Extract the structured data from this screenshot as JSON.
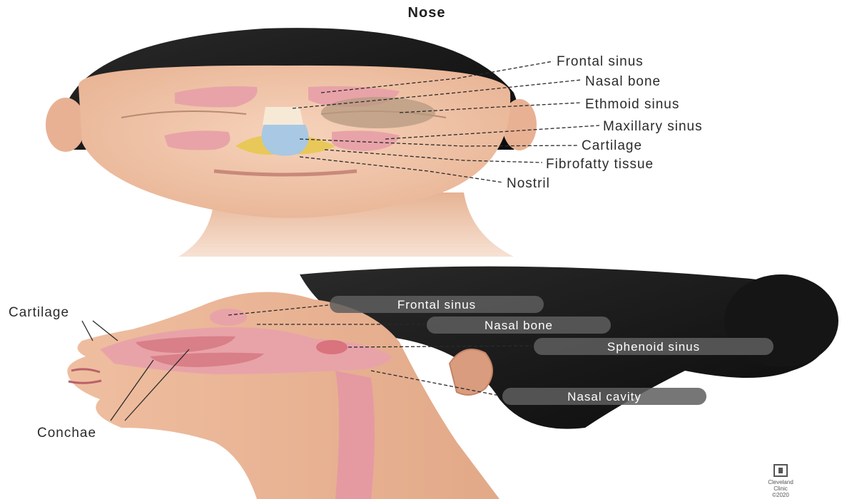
{
  "title": "Nose",
  "front_view": {
    "labels": [
      {
        "id": "frontal-sinus",
        "text": "Frontal sinus"
      },
      {
        "id": "nasal-bone",
        "text": "Nasal bone"
      },
      {
        "id": "ethmoid-sinus",
        "text": "Ethmoid sinus"
      },
      {
        "id": "maxillary-sinus",
        "text": "Maxillary sinus"
      },
      {
        "id": "cartilage",
        "text": "Cartilage"
      },
      {
        "id": "fibrofatty-tissue",
        "text": "Fibrofatty tissue"
      },
      {
        "id": "nostril",
        "text": "Nostril"
      }
    ]
  },
  "side_view": {
    "labels_left": [
      {
        "id": "cartilage",
        "text": "Cartilage"
      },
      {
        "id": "conchae",
        "text": "Conchae"
      }
    ],
    "labels_pill": [
      {
        "id": "frontal-sinus",
        "text": "Frontal sinus"
      },
      {
        "id": "nasal-bone",
        "text": "Nasal bone"
      },
      {
        "id": "sphenoid-sinus",
        "text": "Sphenoid sinus"
      },
      {
        "id": "nasal-cavity",
        "text": "Nasal cavity"
      }
    ]
  },
  "logo": {
    "line1": "Cleveland",
    "line2": "Clinic",
    "line3": "©2020"
  },
  "colors": {
    "skin": "#f0c3a4",
    "sinus": "#e8a3a8",
    "hair": "#161616",
    "cartilage_blue": "#a8c8e4",
    "fat_yellow": "#e9c85a"
  }
}
